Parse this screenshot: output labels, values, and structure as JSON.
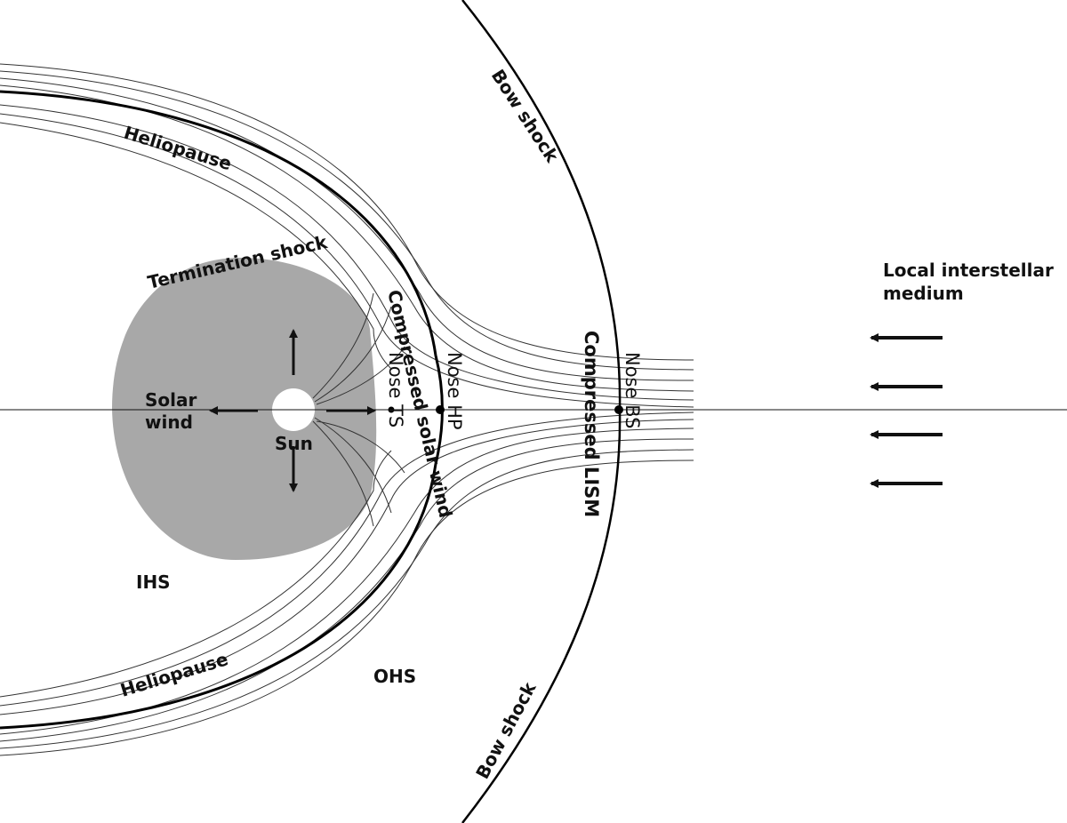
{
  "labels": {
    "bow_shock_top": "Bow shock",
    "bow_shock_bottom": "Bow shock",
    "heliopause_top": "Heliopause",
    "heliopause_bottom": "Heliopause",
    "termination_shock": "Termination shock",
    "compressed_solar_wind": "Compressed solar wind",
    "nose_ts": "Nose TS",
    "nose_hp": "Nose HP",
    "nose_bs": "Nose BS",
    "compressed_lism": "Compressed LISM",
    "lism_line1": "Local interstellar",
    "lism_line2": "medium",
    "solar_wind_line1": "Solar",
    "solar_wind_line2": "wind",
    "sun": "Sun",
    "ihs": "IHS",
    "ohs": "OHS"
  },
  "colors": {
    "termination_shock_fill": "#a8a8a8",
    "lines": "#333333",
    "boundary": "#000000"
  }
}
